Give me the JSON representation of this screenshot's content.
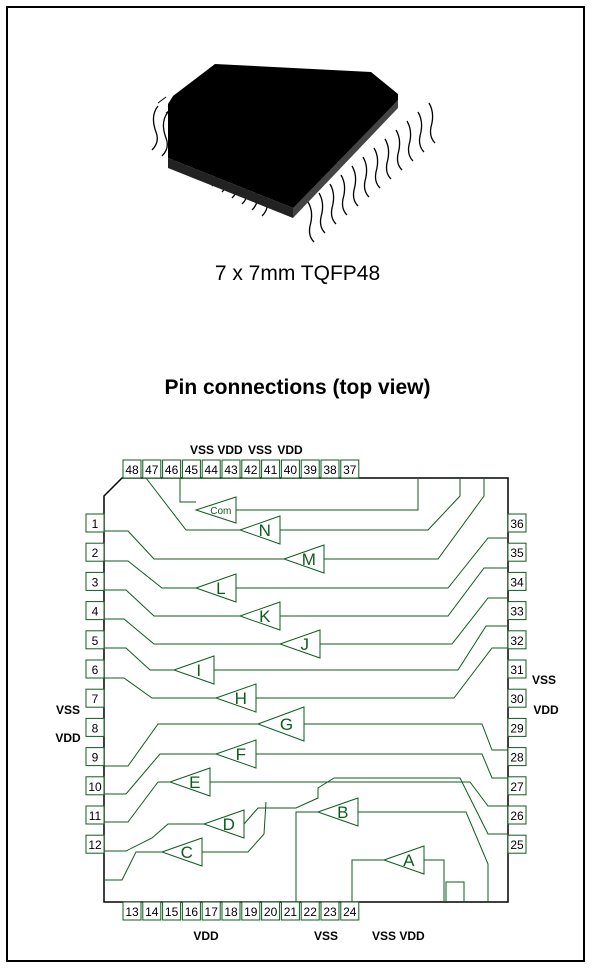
{
  "package": {
    "caption": "7 x 7mm TQFP48"
  },
  "diagram": {
    "heading": "Pin connections (top view)",
    "top_pins": [
      "48",
      "47",
      "46",
      "45",
      "44",
      "43",
      "42",
      "41",
      "40",
      "39",
      "38",
      "37"
    ],
    "left_pins": [
      "1",
      "2",
      "3",
      "4",
      "5",
      "6",
      "7",
      "8",
      "9",
      "10",
      "11",
      "12"
    ],
    "bottom_pins": [
      "13",
      "14",
      "15",
      "16",
      "17",
      "18",
      "19",
      "20",
      "21",
      "22",
      "23",
      "24"
    ],
    "right_pins": [
      "36",
      "35",
      "34",
      "33",
      "32",
      "31",
      "30",
      "29",
      "28",
      "27",
      "26",
      "25"
    ],
    "comparators": [
      "Com",
      "N",
      "M",
      "L",
      "K",
      "J",
      "I",
      "H",
      "G",
      "F",
      "E",
      "D",
      "C",
      "B",
      "A"
    ],
    "supply_labels": {
      "top": [
        "VSS",
        "VDD",
        "VSS",
        "VDD"
      ],
      "left": [
        "VSS",
        "VDD"
      ],
      "right": [
        "VSS",
        "VDD"
      ],
      "bottom": [
        "VDD",
        "VSS",
        "VSS",
        "VDD"
      ]
    }
  }
}
